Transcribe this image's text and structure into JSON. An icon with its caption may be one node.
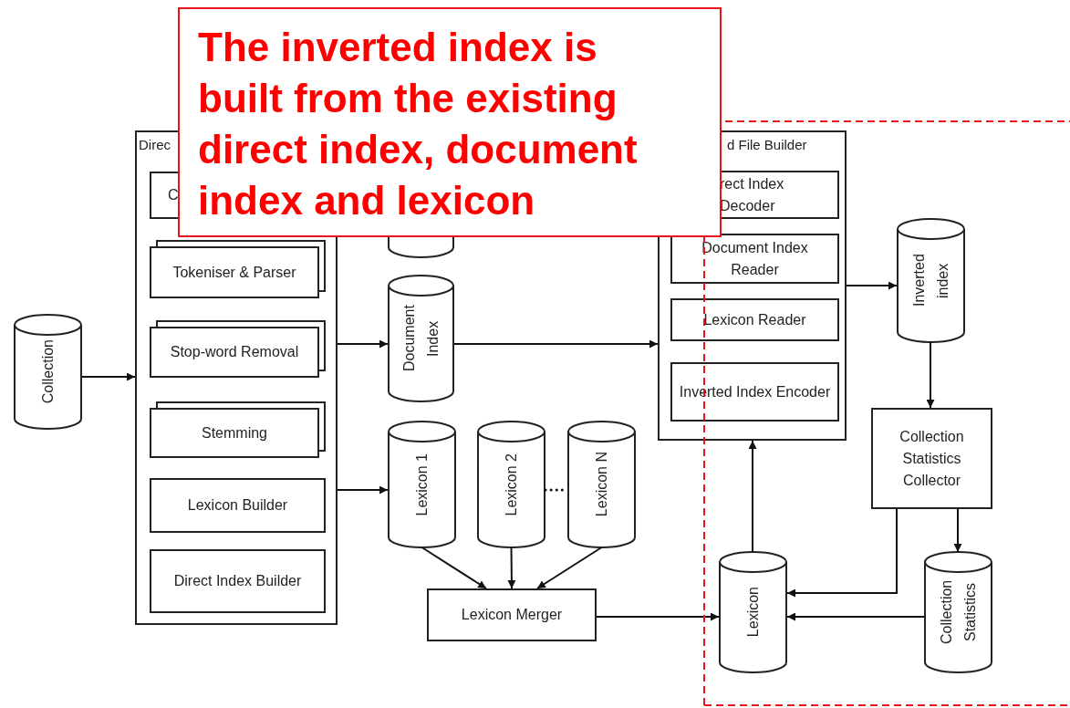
{
  "diagram": {
    "nodes": [
      {
        "text": [
          "The inverted index is built from the existing direct index, document index and lexicon"
        ]
      },
      {
        "text": [
          "Collection"
        ]
      },
      {
        "text": [
          "Direc"
        ]
      },
      {
        "text": [
          "C"
        ],
        "in": 2
      },
      {
        "text": [
          "Tokeniser & Parser"
        ],
        "in": 2
      },
      {
        "text": [
          "Stop-word Removal"
        ],
        "in": 2
      },
      {
        "text": [
          "Stemming"
        ],
        "in": 2
      },
      {
        "text": [
          "Lexicon Builder"
        ],
        "in": 2
      },
      {
        "text": [
          "Direct Index Builder"
        ],
        "in": 2
      },
      {
        "text": [],
        "shape": "cylinder"
      },
      {
        "text": [
          "Document Index"
        ]
      },
      {
        "text": [
          "Lexicon 1"
        ]
      },
      {
        "text": [
          "Lexicon 2"
        ]
      },
      {
        "text": [
          "Lexicon N"
        ]
      },
      {
        "text": [
          "Lexicon Merger"
        ]
      },
      {
        "text": [
          "d File Builder"
        ]
      },
      {
        "text": [
          "rect Index Decoder"
        ],
        "in": 15
      },
      {
        "text": [
          "Document Index Reader"
        ],
        "in": 15
      },
      {
        "text": [
          "Lexicon Reader"
        ],
        "in": 15
      },
      {
        "text": [
          "Inverted Index Encoder"
        ],
        "in": 15
      },
      {
        "text": [
          "Inverted index"
        ]
      },
      {
        "text": [
          "Collection Statistics Collector"
        ]
      },
      {
        "text": [
          "Lexicon"
        ]
      },
      {
        "text": [
          "Collection Statistics"
        ]
      }
    ],
    "edges": [
      {
        "from": 1,
        "to": 2,
        "arrow": "to"
      },
      {
        "from": 2,
        "to": 10,
        "arrow": "to"
      },
      {
        "from": 2,
        "to": 11,
        "arrow": "to"
      },
      {
        "from": 10,
        "to": 15,
        "arrow": "to"
      },
      {
        "from": 11,
        "to": 14,
        "arrow": "to"
      },
      {
        "from": 12,
        "to": 14,
        "arrow": "to"
      },
      {
        "from": 13,
        "to": 14,
        "arrow": "to"
      },
      {
        "from": 12,
        "to": 13,
        "arrow": "none",
        "style": "dashed"
      },
      {
        "from": 14,
        "to": 22,
        "arrow": "to"
      },
      {
        "from": 22,
        "to": 15,
        "arrow": "to"
      },
      {
        "from": 15,
        "to": 20,
        "arrow": "to"
      },
      {
        "from": 20,
        "to": 21,
        "arrow": "to"
      },
      {
        "from": 21,
        "to": 23,
        "arrow": "to"
      },
      {
        "from": 21,
        "to": 22,
        "arrow": "to"
      },
      {
        "from": 23,
        "to": 22,
        "arrow": "to"
      }
    ]
  }
}
